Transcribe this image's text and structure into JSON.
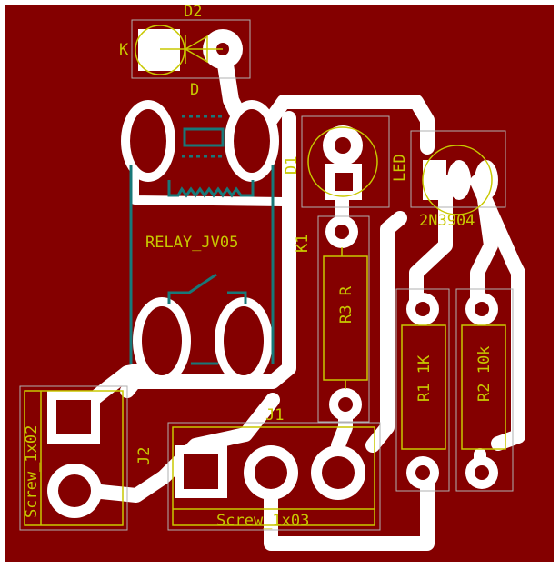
{
  "colors": {
    "board": "#840000",
    "copper": "#ffffff",
    "silk": "#c8c800",
    "fab": "#187878",
    "courtyard": "#b0b0b0"
  },
  "labels": {
    "d2_ref": "D2",
    "d2_k": "K",
    "d2_val": "D",
    "relay_val": "RELAY_JV05",
    "k1_ref": "K1",
    "d1_ref": "D1",
    "led_val": "LED",
    "q_val": "2N3904",
    "r3_val": "R3 R",
    "r1_val": "R1 1K",
    "r2_val": "R2 10k",
    "j2_ref": "J2",
    "j2_val": "Screw_1x02",
    "j1_ref": "J1",
    "j1_val": "Screw_1x03"
  }
}
